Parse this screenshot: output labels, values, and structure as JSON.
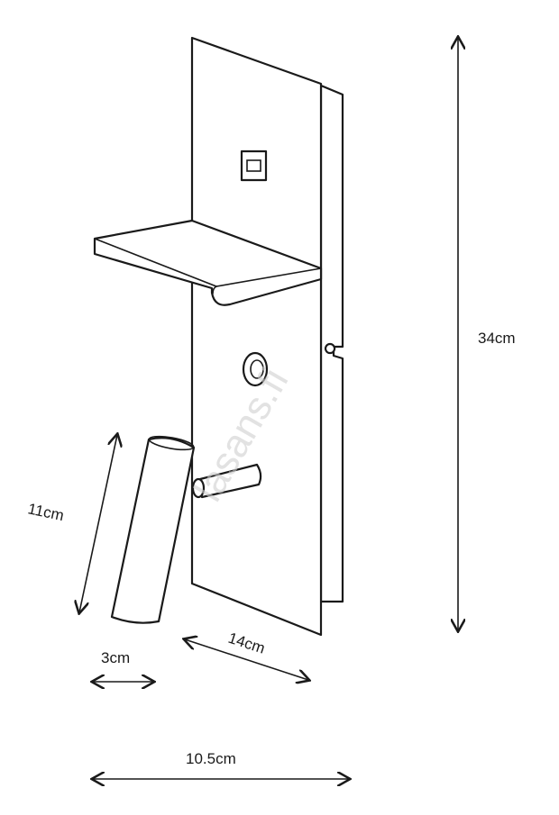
{
  "dimensions": {
    "height": "34cm",
    "spot_length": "11cm",
    "spot_diameter": "3cm",
    "depth": "14cm",
    "width": "10.5cm"
  },
  "watermark": "lasans.fi"
}
